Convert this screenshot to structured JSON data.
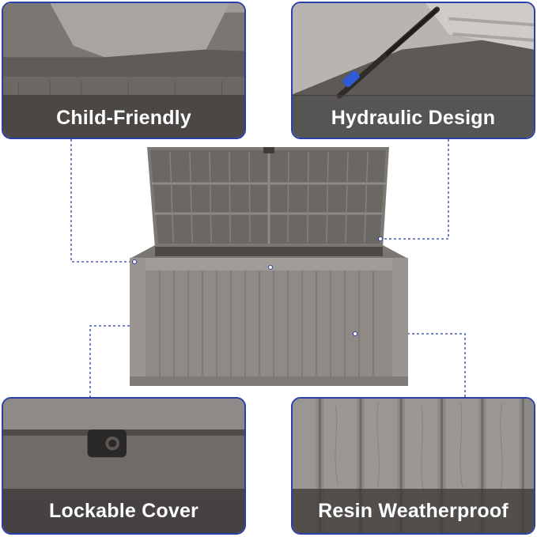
{
  "features": {
    "top_left": {
      "label": "Child-Friendly",
      "icon": "lid-corner-image"
    },
    "top_right": {
      "label": "Hydraulic Design",
      "icon": "hydraulic-strut-image"
    },
    "bottom_left": {
      "label": "Lockable Cover",
      "icon": "lock-latch-image"
    },
    "bottom_right": {
      "label": "Resin Weatherproof",
      "icon": "resin-texture-image"
    }
  },
  "colors": {
    "accent_border": "#2a3fa8",
    "connector_line": "#2a3fa8",
    "box_body": "#8f8a85",
    "label_bar": "#3c3a38"
  }
}
